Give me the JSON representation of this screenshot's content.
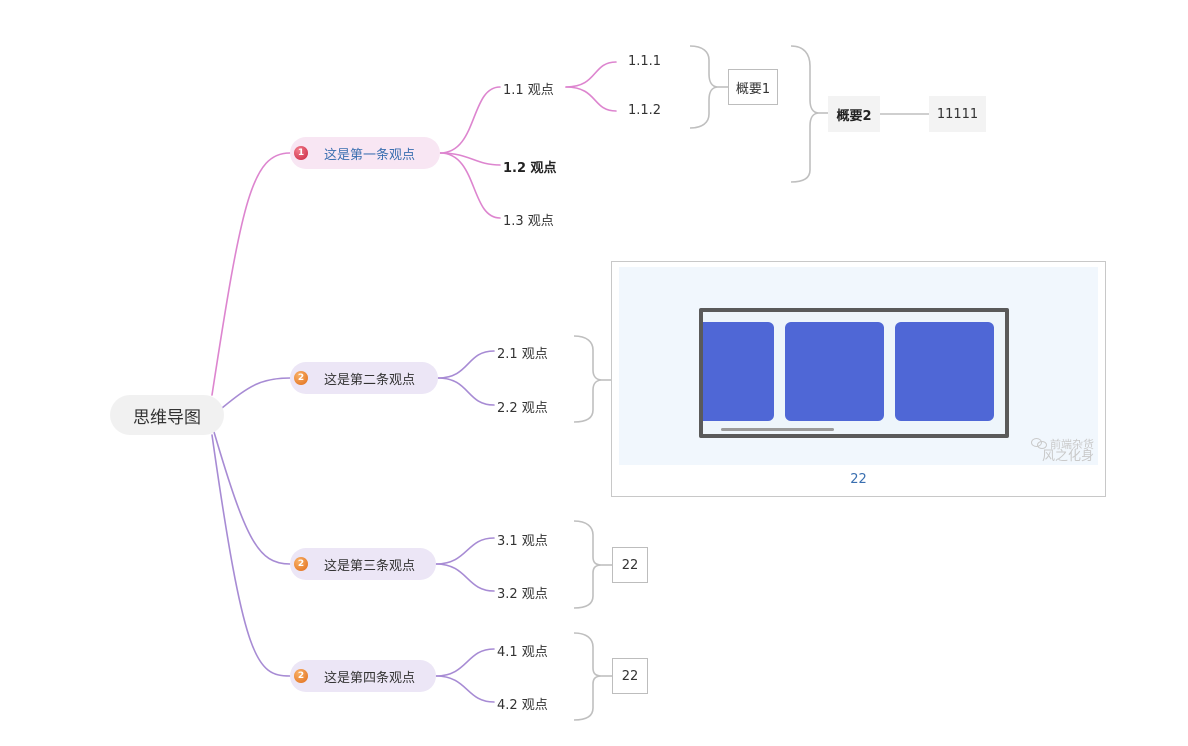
{
  "root": {
    "label": "思维导图"
  },
  "branches": [
    {
      "badge": "1",
      "label": "这是第一条观点",
      "children": [
        {
          "label": "1.1 观点",
          "children": [
            {
              "label": "1.1.1"
            },
            {
              "label": "1.1.2"
            }
          ],
          "summary": "概要1"
        },
        {
          "label": "1.2 观点"
        },
        {
          "label": "1.3 观点"
        }
      ],
      "summary": {
        "label": "概要2",
        "child": "11111"
      }
    },
    {
      "badge": "2",
      "label": "这是第二条观点",
      "children": [
        {
          "label": "2.1 观点"
        },
        {
          "label": "2.2 观点"
        }
      ],
      "summary_image": {
        "caption": "22",
        "watermark_line1": "前端杂货",
        "watermark_line2": "风之化身"
      }
    },
    {
      "badge": "2",
      "label": "这是第三条观点",
      "children": [
        {
          "label": "3.1 观点"
        },
        {
          "label": "3.2 观点"
        }
      ],
      "summary": "22"
    },
    {
      "badge": "2",
      "label": "这是第四条观点",
      "children": [
        {
          "label": "4.1 观点"
        },
        {
          "label": "4.2 观点"
        }
      ],
      "summary": "22"
    }
  ],
  "colors": {
    "branch1_line": "#dd85cf",
    "branch_line": "#a78bd4",
    "bracket": "#bfbfbf",
    "badge_red": "#c9243f",
    "badge_orange": "#e06d1a",
    "tile_blue": "#4f67d6"
  }
}
